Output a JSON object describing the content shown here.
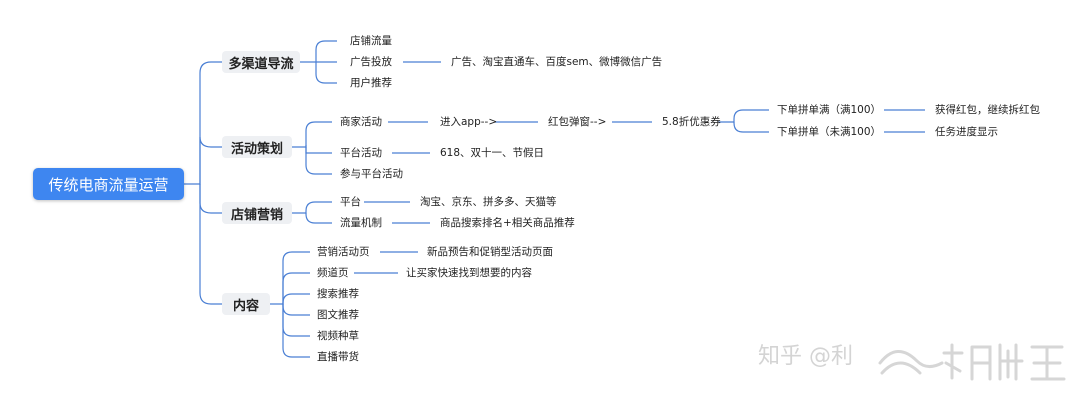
{
  "root": "传统电商流量运营",
  "branches": [
    {
      "label": "多渠道导流",
      "items": [
        "店铺流量",
        "广告投放",
        "用户推荐"
      ],
      "ad_detail": "广告、淘宝直通车、百度sem、微博微信广告"
    },
    {
      "label": "活动策划",
      "items": [
        "商家活动",
        "平台活动",
        "参与平台活动"
      ],
      "flow": [
        "进入app-->",
        "红包弹窗-->",
        "5.8折优惠券"
      ],
      "orders": [
        "下单拼单满（满100）",
        "下单拼单（未满100）"
      ],
      "order_results": [
        "获得红包，继续拆红包",
        "任务进度显示"
      ],
      "platform_detail": "618、双十一、节假日"
    },
    {
      "label": "店铺营销",
      "items": [
        "平台",
        "流量机制"
      ],
      "details": [
        "淘宝、京东、拼多多、天猫等",
        "商品搜索排名+相关商品推荐"
      ]
    },
    {
      "label": "内容",
      "items": [
        "营销活动页",
        "频道页",
        "搜索推荐",
        "图文推荐",
        "视频种草",
        "直播带货"
      ],
      "details": [
        "新品预告和促销型活动页面",
        "让买家快速找到想要的内容"
      ]
    }
  ],
  "watermark": "知乎 @利",
  "colors": {
    "root": "#3e86f0",
    "line": "#4a7fd4",
    "branch_bg": "#eef0f3"
  }
}
